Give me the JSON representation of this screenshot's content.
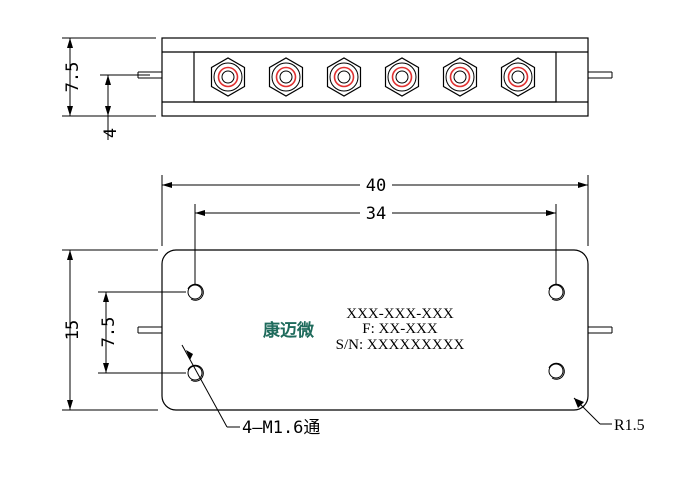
{
  "dimensions": {
    "side_height": "7.5",
    "side_pin": "4",
    "overall_length": "40",
    "hole_pitch": "34",
    "body_height": "15",
    "hole_offset": "7.5",
    "thread_note": "4–M1.6通",
    "corner_radius": "R1.5"
  },
  "label": {
    "brand": "康迈微",
    "part_no": "XXX-XXX-XXX",
    "frequency": "F: XX-XXX",
    "serial": "S/N: XXXXXXXXX"
  },
  "connectors": {
    "count": 6
  },
  "colors": {
    "line": "#000000",
    "brand": "#1f6b5c",
    "connector_ring": "#e03030"
  }
}
